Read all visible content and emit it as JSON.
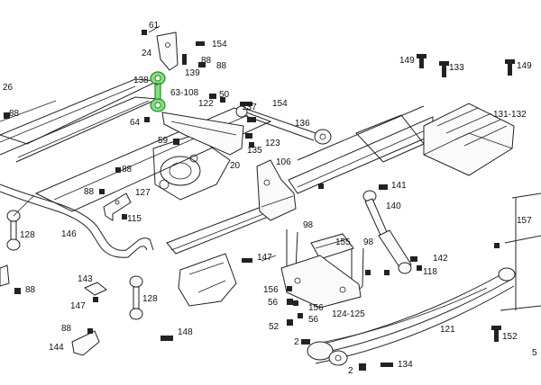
{
  "diagram": {
    "highlight_color": "#7ee07e",
    "labels": [
      {
        "key": "l61",
        "text": "61"
      },
      {
        "key": "l24",
        "text": "24"
      },
      {
        "key": "l154a",
        "text": "154"
      },
      {
        "key": "l88a",
        "text": "88"
      },
      {
        "key": "l139",
        "text": "139"
      },
      {
        "key": "l138",
        "text": "138"
      },
      {
        "key": "l63_108",
        "text": "63-108"
      },
      {
        "key": "l50",
        "text": "50"
      },
      {
        "key": "l122",
        "text": "122"
      },
      {
        "key": "l137",
        "text": "137"
      },
      {
        "key": "l154b",
        "text": "154"
      },
      {
        "key": "l136",
        "text": "136"
      },
      {
        "key": "l26",
        "text": "26"
      },
      {
        "key": "l88b",
        "text": "88"
      },
      {
        "key": "l64",
        "text": "64"
      },
      {
        "key": "l59",
        "text": "59"
      },
      {
        "key": "l135",
        "text": "135"
      },
      {
        "key": "l123",
        "text": "123"
      },
      {
        "key": "l20",
        "text": "20"
      },
      {
        "key": "l88c",
        "text": "88"
      },
      {
        "key": "l88d",
        "text": "88"
      },
      {
        "key": "l127",
        "text": "127"
      },
      {
        "key": "l115",
        "text": "115"
      },
      {
        "key": "l106",
        "text": "106"
      },
      {
        "key": "l141",
        "text": "141"
      },
      {
        "key": "l140",
        "text": "140"
      },
      {
        "key": "l149a",
        "text": "149"
      },
      {
        "key": "l133",
        "text": "133"
      },
      {
        "key": "l149b",
        "text": "149"
      },
      {
        "key": "l131_132",
        "text": "131-132"
      },
      {
        "key": "l157",
        "text": "157"
      },
      {
        "key": "l128a",
        "text": "128"
      },
      {
        "key": "l146",
        "text": "146"
      },
      {
        "key": "l98a",
        "text": "98"
      },
      {
        "key": "l155",
        "text": "155"
      },
      {
        "key": "l98b",
        "text": "98"
      },
      {
        "key": "l142",
        "text": "142"
      },
      {
        "key": "l118",
        "text": "118"
      },
      {
        "key": "l147a",
        "text": "147"
      },
      {
        "key": "l143",
        "text": "143"
      },
      {
        "key": "l88e",
        "text": "88"
      },
      {
        "key": "l147b",
        "text": "147"
      },
      {
        "key": "l128b",
        "text": "128"
      },
      {
        "key": "l156a",
        "text": "156"
      },
      {
        "key": "l56a",
        "text": "56"
      },
      {
        "key": "l124_125",
        "text": "124-125"
      },
      {
        "key": "l156b",
        "text": "156"
      },
      {
        "key": "l56b",
        "text": "56"
      },
      {
        "key": "l52",
        "text": "52"
      },
      {
        "key": "l121",
        "text": "121"
      },
      {
        "key": "l88f",
        "text": "88"
      },
      {
        "key": "l144",
        "text": "144"
      },
      {
        "key": "l148",
        "text": "148"
      },
      {
        "key": "l2a",
        "text": "2"
      },
      {
        "key": "l134",
        "text": "134"
      },
      {
        "key": "l2b",
        "text": "2"
      },
      {
        "key": "l152",
        "text": "152"
      },
      {
        "key": "l88g",
        "text": "88"
      },
      {
        "key": "l5",
        "text": "5"
      }
    ]
  }
}
